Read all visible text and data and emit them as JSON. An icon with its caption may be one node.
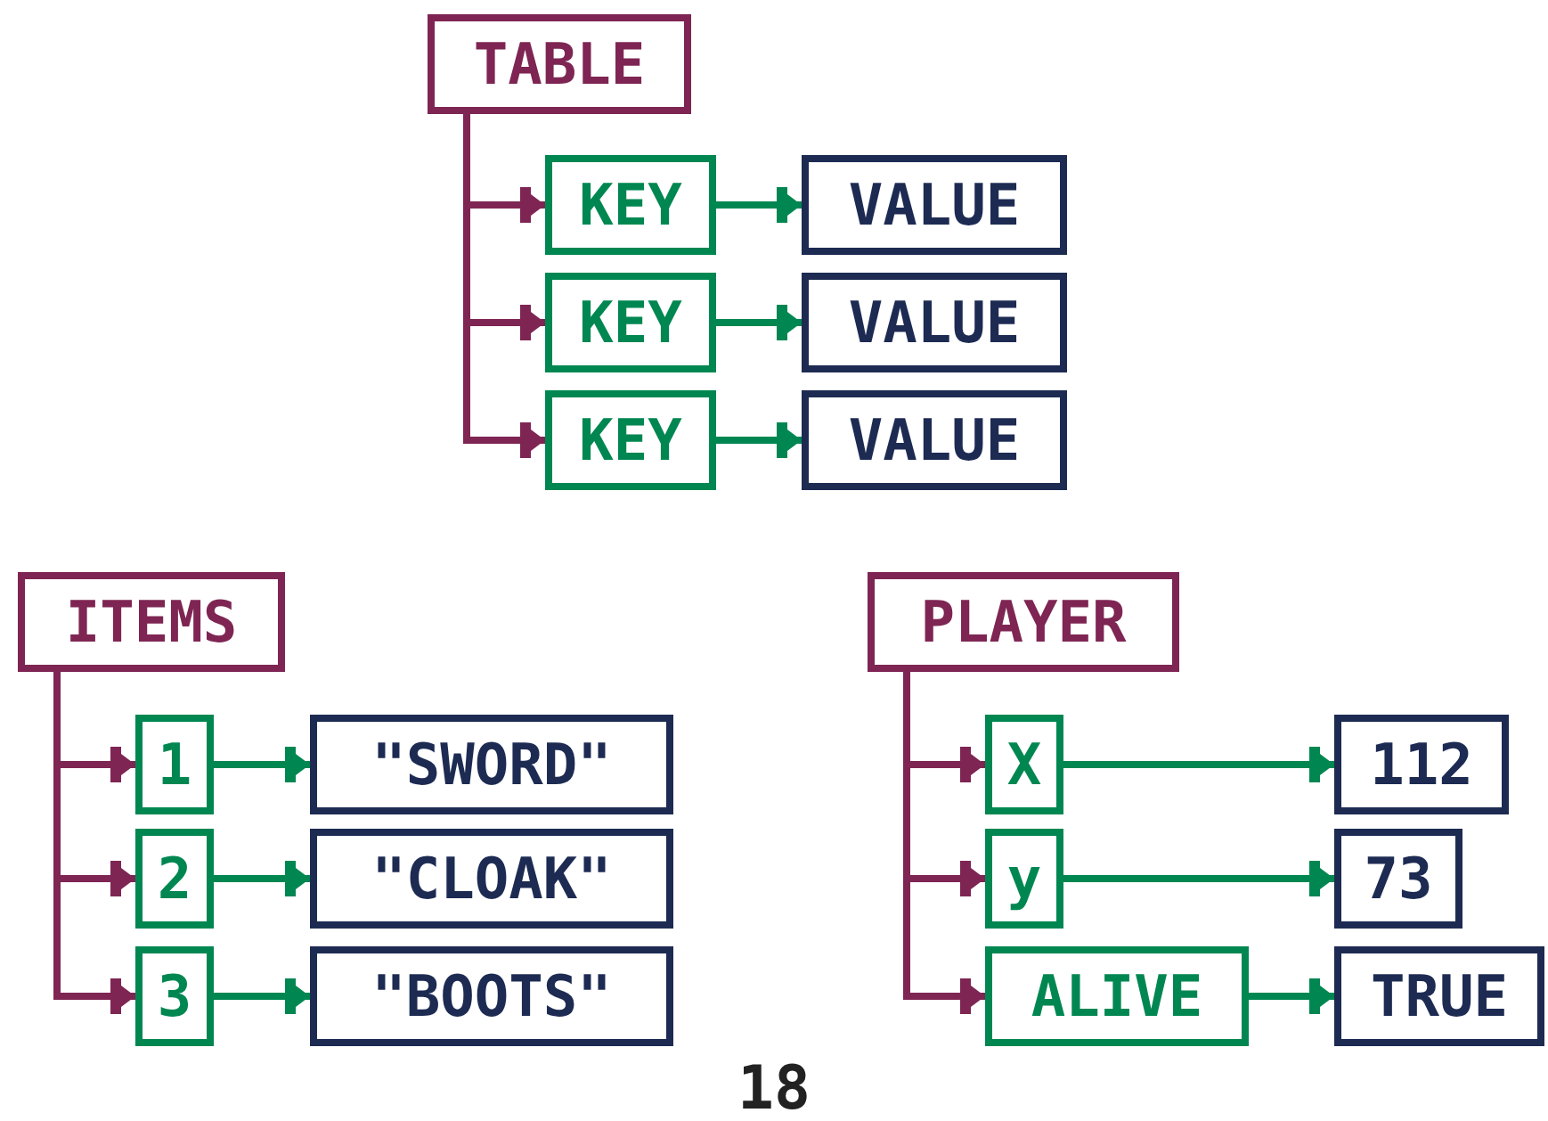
{
  "diagram": {
    "nodes": [
      {
        "text": [
          "TABLE"
        ]
      },
      {
        "text": [
          "KEY"
        ]
      },
      {
        "text": [
          "VALUE"
        ]
      },
      {
        "text": [
          "KEY"
        ]
      },
      {
        "text": [
          "VALUE"
        ]
      },
      {
        "text": [
          "KEY"
        ]
      },
      {
        "text": [
          "VALUE"
        ]
      },
      {
        "text": [
          "ITEMS"
        ]
      },
      {
        "text": [
          "1"
        ]
      },
      {
        "text": [
          "\"SWORD\""
        ]
      },
      {
        "text": [
          "2"
        ]
      },
      {
        "text": [
          "\"CLOAK\""
        ]
      },
      {
        "text": [
          "3"
        ]
      },
      {
        "text": [
          "\"BOOTS\""
        ]
      },
      {
        "text": [
          "PLAYER"
        ]
      },
      {
        "text": [
          "X"
        ]
      },
      {
        "text": [
          "112"
        ]
      },
      {
        "text": [
          "y"
        ]
      },
      {
        "text": [
          "73"
        ]
      },
      {
        "text": [
          "ALIVE"
        ]
      },
      {
        "text": [
          "TRUE"
        ]
      }
    ],
    "edges": [
      {
        "from": 0,
        "to": 1,
        "arrow": "to",
        "color": "#7e2553"
      },
      {
        "from": 1,
        "to": 2,
        "arrow": "to",
        "color": "#008751"
      },
      {
        "from": 0,
        "to": 3,
        "arrow": "to",
        "color": "#7e2553"
      },
      {
        "from": 3,
        "to": 4,
        "arrow": "to",
        "color": "#008751"
      },
      {
        "from": 0,
        "to": 5,
        "arrow": "to",
        "color": "#7e2553"
      },
      {
        "from": 5,
        "to": 6,
        "arrow": "to",
        "color": "#008751"
      },
      {
        "from": 7,
        "to": 8,
        "arrow": "to",
        "color": "#7e2553"
      },
      {
        "from": 8,
        "to": 9,
        "arrow": "to",
        "color": "#008751"
      },
      {
        "from": 7,
        "to": 10,
        "arrow": "to",
        "color": "#7e2553"
      },
      {
        "from": 10,
        "to": 11,
        "arrow": "to",
        "color": "#008751"
      },
      {
        "from": 7,
        "to": 12,
        "arrow": "to",
        "color": "#7e2553"
      },
      {
        "from": 12,
        "to": 13,
        "arrow": "to",
        "color": "#008751"
      },
      {
        "from": 14,
        "to": 15,
        "arrow": "to",
        "color": "#7e2553"
      },
      {
        "from": 15,
        "to": 16,
        "arrow": "to",
        "color": "#008751"
      },
      {
        "from": 14,
        "to": 17,
        "arrow": "to",
        "color": "#7e2553"
      },
      {
        "from": 17,
        "to": 18,
        "arrow": "to",
        "color": "#008751"
      },
      {
        "from": 14,
        "to": 19,
        "arrow": "to",
        "color": "#7e2553"
      },
      {
        "from": 19,
        "to": 20,
        "arrow": "to",
        "color": "#008751"
      }
    ],
    "labels": [
      "18"
    ]
  }
}
